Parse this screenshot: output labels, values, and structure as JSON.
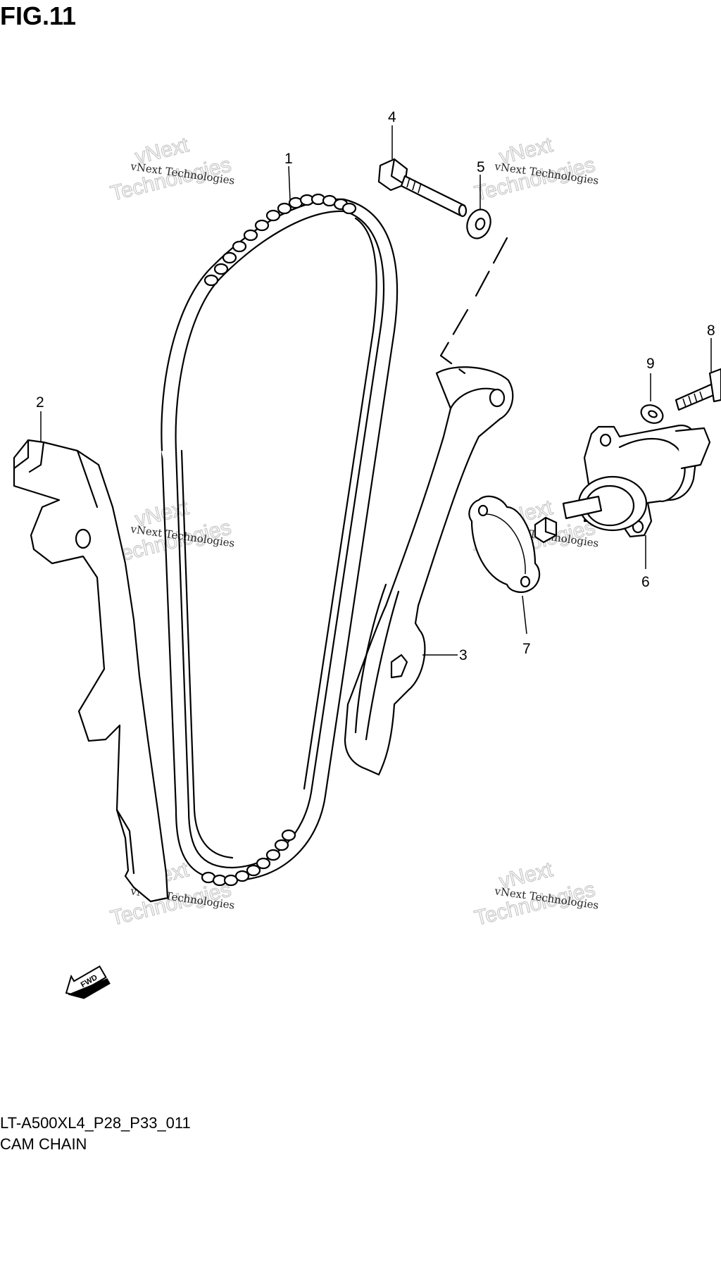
{
  "figure": {
    "title": "FIG.11",
    "model_code": "LT-A500XL4_P28_P33_011",
    "section_name": "CAM CHAIN"
  },
  "callouts": [
    "1",
    "2",
    "3",
    "4",
    "5",
    "6",
    "7",
    "8",
    "9"
  ],
  "watermark": {
    "line_small": "vNext Technologies",
    "line_big_1": "vNext",
    "line_big_2": "Technologies"
  },
  "direction_label": "FWD"
}
